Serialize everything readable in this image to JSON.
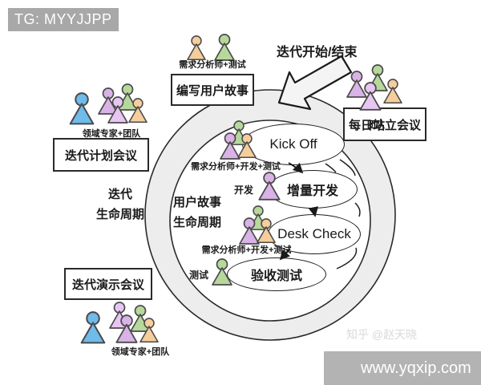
{
  "header": {
    "tag": "TG: MYYJJPP"
  },
  "watermarks": {
    "zhihu": "知乎 @赵天晓",
    "site": "www.yqxip.com"
  },
  "diagram": {
    "outer_labels": {
      "iteration_start_end": "迭代开始/结束",
      "iteration_lifecycle_line1": "迭代",
      "iteration_lifecycle_line2": "生命周期"
    },
    "inner_labels": {
      "story_lifecycle_line1": "用户故事",
      "story_lifecycle_line2": "生命周期"
    },
    "boxes": {
      "write_user_story": "编写用户故事",
      "daily_standup": "每日站立会议",
      "iteration_planning": "迭代计划会议",
      "iteration_demo": "迭代演示会议"
    },
    "stages": {
      "kick_off": "Kick Off",
      "incremental_dev": "增量开发",
      "desk_check": "Desk Check",
      "acceptance_test": "验收测试"
    },
    "role_labels": {
      "ba_test": "需求分析师+测试",
      "domain_expert_team": "领域专家+团队",
      "team": "团队",
      "ba_dev_test": "需求分析师+开发+测试",
      "dev": "开发",
      "test": "测试"
    },
    "icons": {
      "person_icon": "head-circle over triangle-body figure"
    },
    "colors": {
      "person_blue": "#6fbbea",
      "person_green": "#b7d89b",
      "person_purple": "#d9b3e6",
      "person_pink": "#e8c6f2",
      "person_orange": "#f6cd9c",
      "ring_fill": "#ededed",
      "outline": "#1f1f1f",
      "header_bg": "#a8a8a8",
      "watermark_bar_bg": "#b3b3b3",
      "watermark_text": "#d9d9d9"
    }
  }
}
